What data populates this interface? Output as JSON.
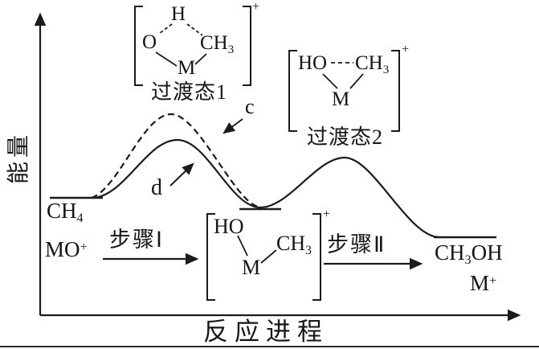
{
  "axes": {
    "y_label": "能量",
    "x_label": "反应进程"
  },
  "curve_labels": {
    "c": "c",
    "d": "d"
  },
  "reactants": {
    "ch4": {
      "base": "CH",
      "sub": "4"
    },
    "mo": {
      "base": "MO",
      "sup": "+"
    }
  },
  "products": {
    "ch3oh": {
      "pre": "CH",
      "sub": "3",
      "post": "OH"
    },
    "m": {
      "base": "M",
      "sup": "+"
    }
  },
  "steps": {
    "step1": "步骤Ⅰ",
    "step2": "步骤Ⅱ"
  },
  "ts1": {
    "caption": "过渡态1",
    "charge": "+",
    "atoms": {
      "h": "H",
      "o": "O",
      "c_base": "CH",
      "c_sub": "3",
      "m": "M"
    }
  },
  "ts2": {
    "caption": "过渡态2",
    "charge": "+",
    "atoms": {
      "ho": "HO",
      "c_base": "CH",
      "c_sub": "3",
      "m": "M"
    }
  },
  "intermediate": {
    "charge": "+",
    "atoms": {
      "ho": "HO",
      "c_base": "CH",
      "c_sub": "3",
      "m": "M"
    }
  },
  "colors": {
    "ink": "#1b1b1b",
    "background": "#ffffff"
  }
}
